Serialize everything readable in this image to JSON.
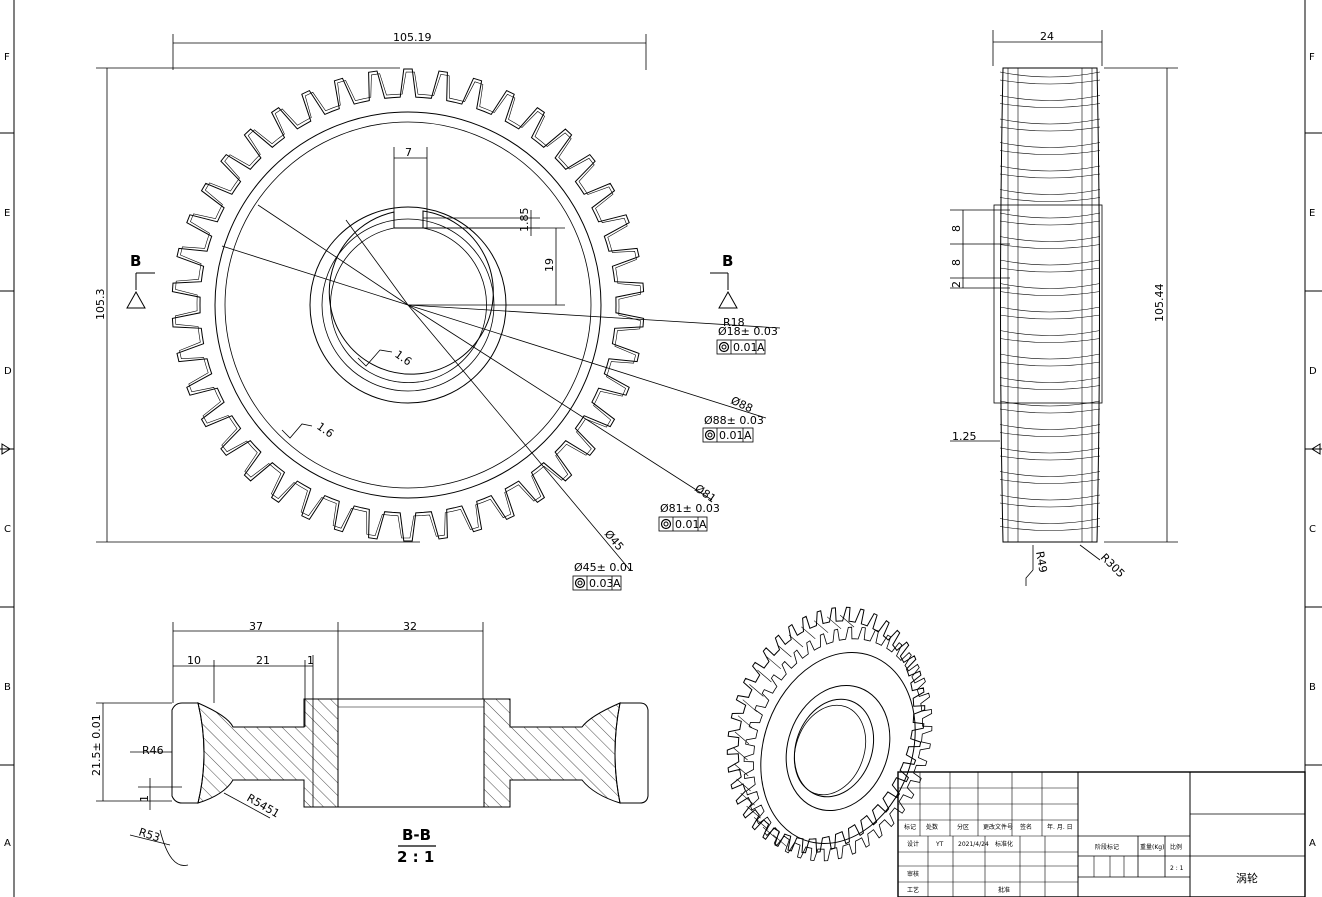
{
  "zones_left": [
    "F",
    "E",
    "D",
    "C",
    "B",
    "A"
  ],
  "zones_right": [
    "F",
    "E",
    "D",
    "C",
    "B",
    "A"
  ],
  "front_view": {
    "width_dim": "105.19",
    "height_dim": "105.3",
    "keyway_width": "7",
    "keyway_depth": "1.85",
    "keyway_height": "19",
    "section_mark_left": "B",
    "section_mark_right": "B",
    "roughness_inner": "1.6",
    "roughness_outer": "1.6",
    "r18_label": "R18",
    "d18_tol": "Ø18± 0.03",
    "d18_frame": "0.01",
    "d18_datum": "A",
    "d88_label": "Ø88",
    "d88_tol": "Ø88± 0.03",
    "d88_frame": "0.01",
    "d88_datum": "A",
    "d81_label": "Ø81",
    "d81_tol": "Ø81± 0.03",
    "d81_frame": "0.01",
    "d81_datum": "A",
    "d45_label": "Ø45",
    "d45_tol": "Ø45± 0.01",
    "d45_frame": "0.03",
    "d45_datum": "A"
  },
  "side_view": {
    "width_dim": "24",
    "height_dim": "105.44",
    "dim_8a": "8",
    "dim_8b": "8",
    "dim_2": "2",
    "dim_125": "1.25",
    "r49": "R49",
    "r305": "R305"
  },
  "section_view": {
    "dim_37": "37",
    "dim_32": "32",
    "dim_10": "10",
    "dim_21": "21",
    "dim_1": "1",
    "dim_215": "21.5± 0.01",
    "dim_1b": "1",
    "r46": "R46",
    "r5451": "R5451",
    "r53": "R53",
    "title": "B-B",
    "scale": "2 : 1"
  },
  "title_block": {
    "row_labels": [
      "标记",
      "处数",
      "分区",
      "更改文件号",
      "签名",
      "年. 月. 日"
    ],
    "design": "设计",
    "designer": "YT",
    "date": "2021/4/24",
    "standardize": "标准化",
    "review": "审核",
    "process": "工艺",
    "approve": "批准",
    "stage_mark": "阶段标记",
    "weight": "重量(Kg)",
    "ratio": "比例",
    "ratio_value": "2 : 1",
    "part_name": "涡轮"
  },
  "colors": {
    "line": "#000000",
    "background": "#ffffff"
  }
}
